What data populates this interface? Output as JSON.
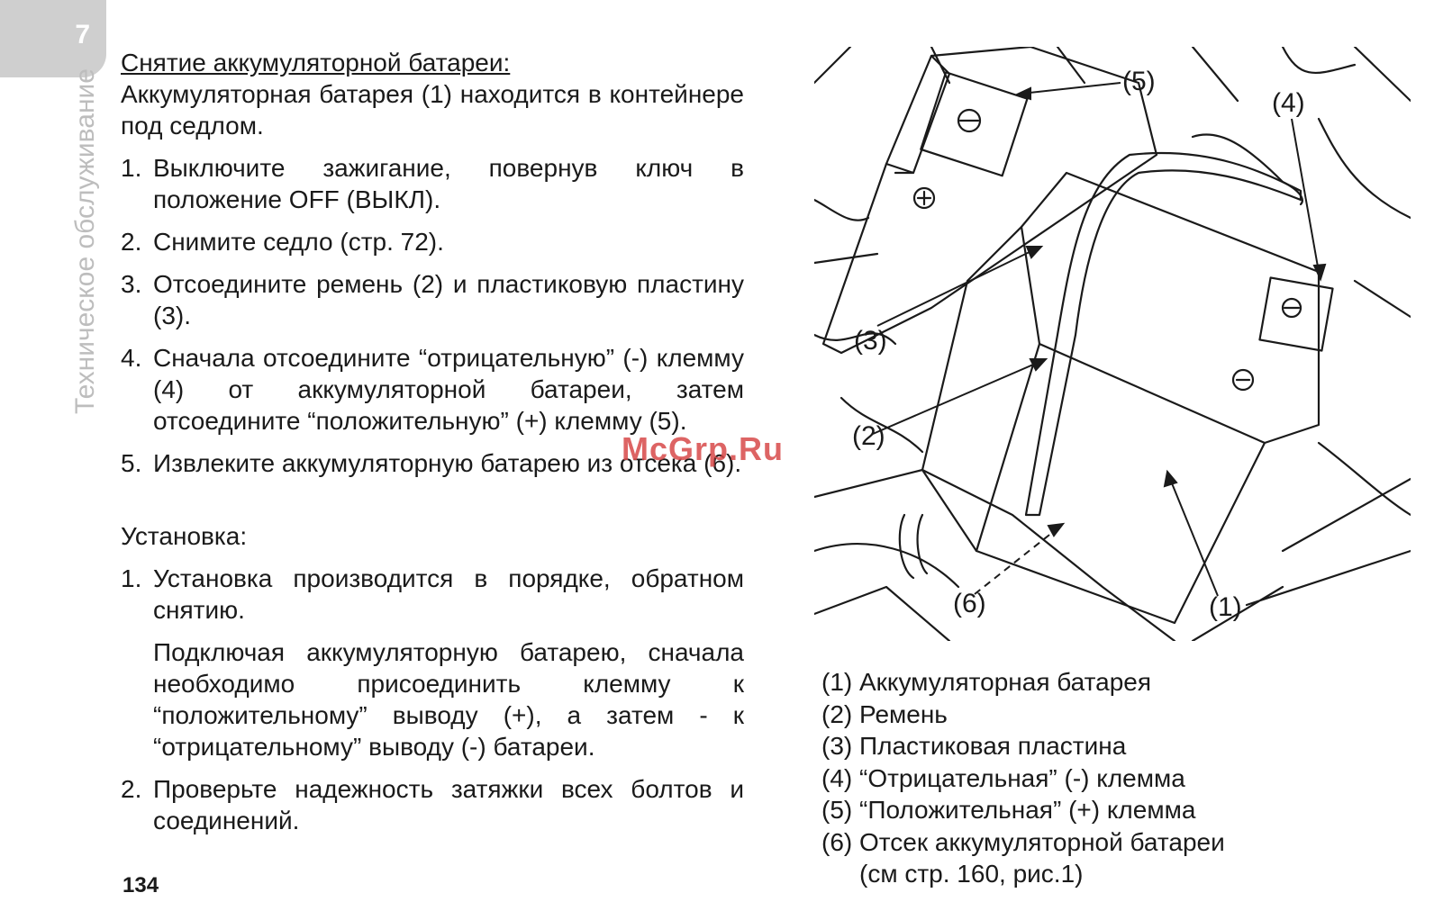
{
  "chapter": {
    "number": "7",
    "title": "Техническое обслуживание"
  },
  "removal": {
    "heading": "Снятие аккумуляторной батареи:",
    "intro": "Аккумуляторная батарея (1) находится в контейнере под седлом.",
    "steps": [
      {
        "n": "1.",
        "text": "Выключите зажигание, повернув ключ в положение OFF (ВЫКЛ)."
      },
      {
        "n": "2.",
        "text": "Снимите седло (стр. 72)."
      },
      {
        "n": "3.",
        "text": "Отсоедините ремень (2) и пластиковую пластину (3)."
      },
      {
        "n": "4.",
        "text": "Сначала отсоедините “отрицательную” (-) клемму (4) от аккумуляторной батареи, затем отсоедините “положительную” (+) клемму (5)."
      },
      {
        "n": "5.",
        "text": "Извлеките аккумуляторную батарею из отсека (6)."
      }
    ]
  },
  "installation": {
    "heading": "Установка:",
    "steps": [
      {
        "n": "1.",
        "text": "Установка производится в порядке, обратном снятию."
      },
      {
        "n": "2.",
        "text": "Проверьте надежность затяжки всех болтов и соединений."
      }
    ],
    "note": "Подключая аккумуляторную батарею, сначала необходимо присоединить клемму к “положительному” выводу (+), а затем - к “отрицательному” выводу (-) батареи."
  },
  "figure": {
    "callouts": [
      "(1)",
      "(2)",
      "(3)",
      "(4)",
      "(5)",
      "(6)"
    ],
    "legend": [
      "(1) Аккумуляторная батарея",
      "(2) Ремень",
      "(3) Пластиковая пластина",
      "(4) “Отрицательная” (-) клемма",
      "(5) “Положительная” (+) клемма",
      "(6) Отсек аккумуляторной батареи"
    ],
    "legend_cont": "(см стр. 160, рис.1)"
  },
  "watermark": "McGrp.Ru",
  "page_number": "134"
}
